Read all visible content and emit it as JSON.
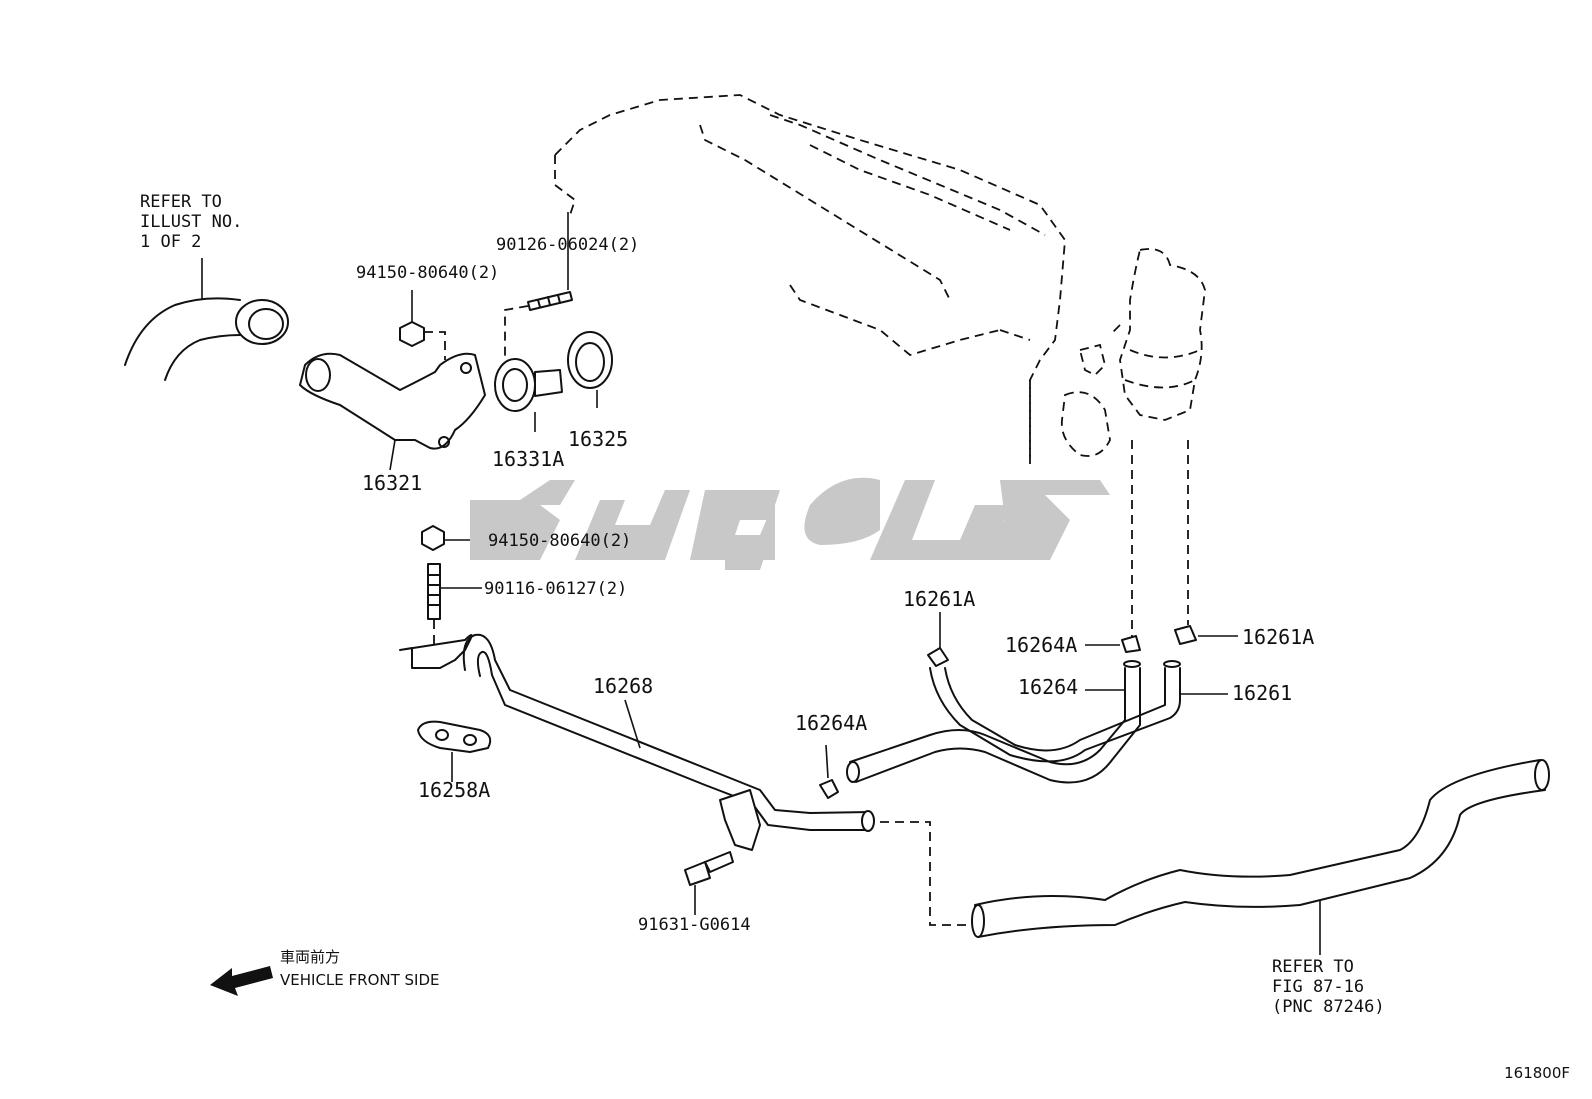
{
  "refer_top_left": {
    "line1": "REFER TO",
    "line2": "ILLUST NO.",
    "line3": "1 OF 2"
  },
  "refer_bottom_right": {
    "line1": "REFER  TO",
    "line2": "FIG 87-16",
    "line3": "(PNC 87246)"
  },
  "parts": {
    "p90126": "90126-06024(2)",
    "p94150_top": "94150-80640(2)",
    "p94150_mid": "94150-80640(2)",
    "p90116": "90116-06127(2)",
    "p16321": "16321",
    "p16331A": "16331A",
    "p16325": "16325",
    "p16268": "16268",
    "p16258A": "16258A",
    "p16264A_mid": "16264A",
    "p16261A_top": "16261A",
    "p16264A_right": "16264A",
    "p16261A_right": "16261A",
    "p16264": "16264",
    "p16261": "16261",
    "p91631": "91631-G0614"
  },
  "front_side": {
    "jp": "車両前方",
    "en": "VEHICLE FRONT SIDE"
  },
  "figure_id": "161800F",
  "colors": {
    "line": "#111111",
    "watermark": "#c8c8c8",
    "background": "#ffffff"
  }
}
